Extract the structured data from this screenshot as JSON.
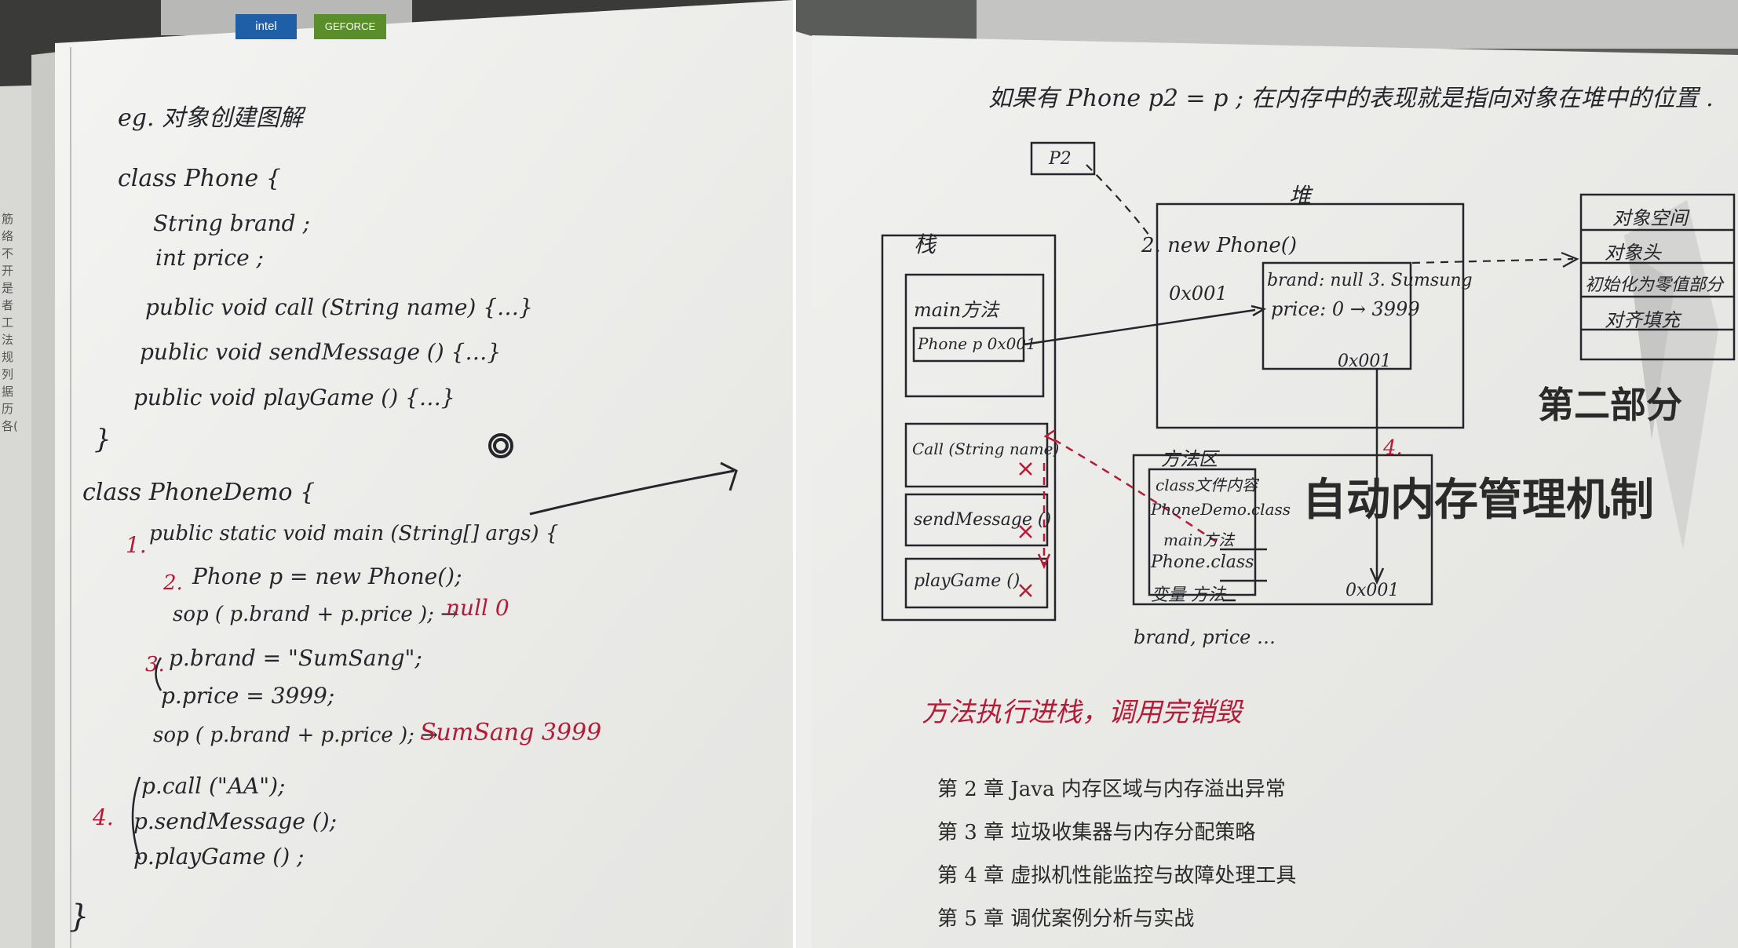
{
  "left_page": {
    "laptop_stickers": [
      "intel",
      "GEFORCE"
    ],
    "margin_chars": [
      "筋络",
      "不开",
      "是者",
      "工法",
      "规列",
      "据历",
      "各("
    ],
    "title": "eg. 对象创建图解",
    "class_phone": {
      "decl": "class Phone {",
      "field1": "String brand ;",
      "field2": "int price ;",
      "method1": "public void call (String name) {…}",
      "method2": "public void sendMessage () {…}",
      "method3": "public void playGame () {…}",
      "close": "}"
    },
    "class_demo": {
      "decl": "class PhoneDemo {",
      "step1_num": "1.",
      "main_decl": "public static void main (String[] args) {",
      "step2_num": "2.",
      "new_phone": "Phone p = new Phone();",
      "sop1": "sop ( p.brand + p.price ); →",
      "sop1_out": "null   0",
      "step3_num": "3.",
      "assign_brand": "p.brand = \"SumSang\";",
      "assign_price": "p.price = 3999;",
      "sop2": "sop ( p.brand + p.price ); →",
      "sop2_out": "SumSang   3999",
      "step4_num": "4.",
      "call1": "p.call (\"AA\");",
      "call2": "p.sendMessage ();",
      "call3": "p.playGame () ;",
      "close": "}"
    }
  },
  "right_page": {
    "top_note": "如果有  Phone p2 = p ; 在内存中的表现就是指向对象在堆中的位置 .",
    "p2_label": "P2",
    "heap_label": "堆",
    "stack_label": "栈",
    "heap_new": "2. new Phone()",
    "heap_addr_left": "0x001",
    "heap_brand": "brand: null 3. Sumsung",
    "heap_price": "price: 0 → 3999",
    "heap_addr_bottom": "0x001",
    "obj_structure": [
      "对象空间",
      "对象头",
      "初始化为零值部分",
      "对齐填充"
    ],
    "stack_main": "main方法",
    "stack_var": "Phone p  0x001",
    "stack_frames": [
      "Call (String name)",
      "sendMessage ()",
      "playGame ()"
    ],
    "step4_label": "4.",
    "method_area_label": "方法区",
    "method_area_items": [
      "class文件内容",
      "PhoneDemo.class",
      "main方法",
      "Phone.class",
      "变量  方法"
    ],
    "method_area_addr": "0x001",
    "fields_note": "brand, price …",
    "red_note": "方法执行进栈，调用完销毁",
    "part_title": "第二部分",
    "part_subtitle": "自动内存管理机制",
    "chapters": [
      "第 2 章   Java 内存区域与内存溢出异常",
      "第 3 章   垃圾收集器与内存分配策略",
      "第 4 章   虚拟机性能监控与故障处理工具",
      "第 5 章   调优案例分析与实战"
    ]
  },
  "colors": {
    "ink": "#25262b",
    "red_ink": "#b51a36",
    "paper": "#f2f2f0"
  }
}
